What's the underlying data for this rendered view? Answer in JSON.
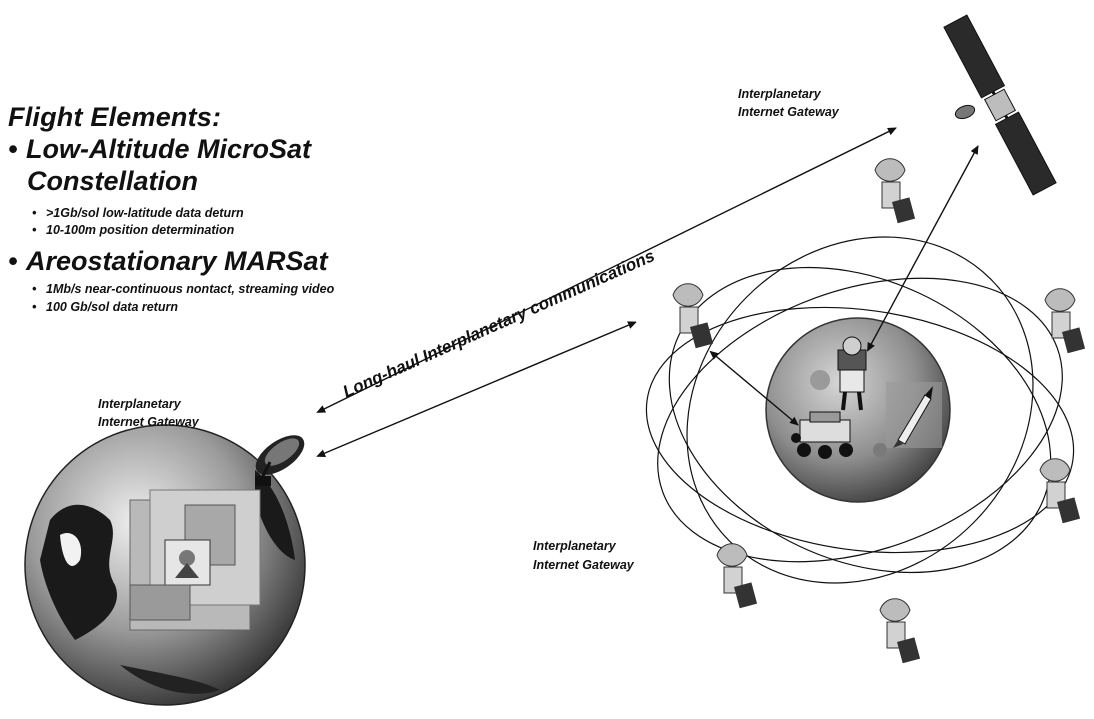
{
  "panel": {
    "heading": "Flight Elements:",
    "items": [
      {
        "title_line1": "Low-Altitude MicroSat",
        "title_line2": "Constellation",
        "bullets": [
          ">1Gb/sol low-latitude data deturn",
          "10-100m position determination"
        ]
      },
      {
        "title_line1": "Areostationary MARSat",
        "bullets": [
          "1Mb/s near-continuous nontact, streaming video",
          "100 Gb/sol data return"
        ]
      }
    ]
  },
  "gateways": {
    "earth": [
      "Interplanetary",
      "Internet Gateway"
    ],
    "orbit": [
      "Interplanetary",
      "Internet Gateway"
    ],
    "mars": [
      "Interplanetary",
      "Internet Gateway"
    ]
  },
  "link_label": "Long-haul Interplanetary communications",
  "colors": {
    "ink": "#111111",
    "globe_light": "#d9d9d9",
    "globe_dark": "#3a3a3a",
    "mars_light": "#c8c8c8",
    "mars_dark": "#555555"
  }
}
